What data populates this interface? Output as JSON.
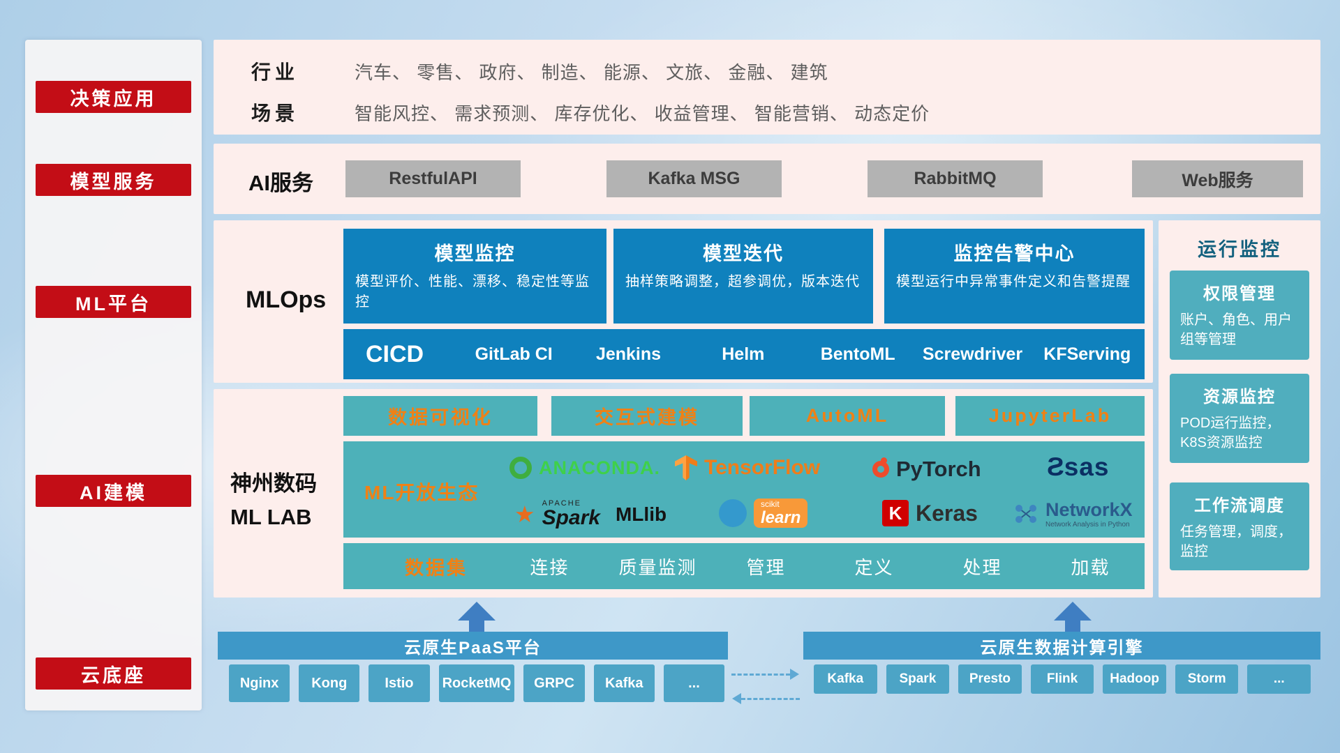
{
  "colors": {
    "red_accent": "#c30d16",
    "pink_panel": "#fdeeec",
    "blue_card": "#0f81bd",
    "teal_block": "#4db1b9",
    "monitor_card": "#50aebe",
    "cloud_bar": "#3e98c8",
    "orange_accent": "#ef8116",
    "gray_button": "#b3b3b3"
  },
  "sidebar": {
    "items": [
      "决策应用",
      "模型服务",
      "ML平台",
      "AI建模",
      "云底座"
    ]
  },
  "industry": {
    "row1_label": "行业",
    "row1_text": "汽车、 零售、 政府、 制造、 能源、 文旅、 金融、 建筑",
    "row2_label": "场景",
    "row2_text": "智能风控、 需求预测、 库存优化、 收益管理、 智能营销、 动态定价"
  },
  "ai_service": {
    "label": "AI服务",
    "items": [
      "RestfulAPI",
      "Kafka MSG",
      "RabbitMQ",
      "Web服务"
    ]
  },
  "mlops": {
    "label": "MLOps",
    "cards": [
      {
        "title": "模型监控",
        "desc": "模型评价、性能、漂移、稳定性等监控"
      },
      {
        "title": "模型迭代",
        "desc": "抽样策略调整，超参调优，版本迭代"
      },
      {
        "title": "监控告警中心",
        "desc": "模型运行中异常事件定义和告警提醒"
      }
    ],
    "cicd_label": "CICD",
    "cicd_items": [
      "GitLab CI",
      "Jenkins",
      "Helm",
      "BentoML",
      "Screwdriver",
      "KFServing"
    ]
  },
  "monitoring": {
    "title": "运行监控",
    "cards": [
      {
        "title": "权限管理",
        "desc": "账户、角色、用户组等管理"
      },
      {
        "title": "资源监控",
        "desc": "POD运行监控，K8S资源监控"
      },
      {
        "title": "工作流调度",
        "desc": "任务管理，调度，监控"
      }
    ]
  },
  "mllab": {
    "label_line1": "神州数码",
    "label_line2": "ML LAB",
    "header_items": [
      "数据可视化",
      "交互式建模",
      "AutoML",
      "JupyterLab"
    ],
    "ecosystem_label": "ML开放生态",
    "logos": {
      "anaconda": "ANACONDA.",
      "tensorflow": "TensorFlow",
      "pytorch": "PyTorch",
      "sas_glyph": "S",
      "sas": "sas",
      "spark_small": "APACHE",
      "spark": "Spark",
      "spark_star": "★",
      "mllib": "MLlib",
      "scikit_small": "scikit",
      "scikit_big": "learn",
      "keras_k": "K",
      "keras": "Keras",
      "networkx": "NetworkX",
      "networkx_sub": "Network Analysis in Python"
    },
    "dataset_label": "数据集",
    "dataset_items": [
      "连接",
      "质量监测",
      "管理",
      "定义",
      "处理",
      "加载"
    ]
  },
  "cloud": {
    "paas_title": "云原生PaaS平台",
    "paas_items": [
      "Nginx",
      "Kong",
      "Istio",
      "RocketMQ",
      "GRPC",
      "Kafka",
      "..."
    ],
    "engine_title": "云原生数据计算引擎",
    "engine_items": [
      "Kafka",
      "Spark",
      "Presto",
      "Flink",
      "Hadoop",
      "Storm",
      "..."
    ]
  }
}
